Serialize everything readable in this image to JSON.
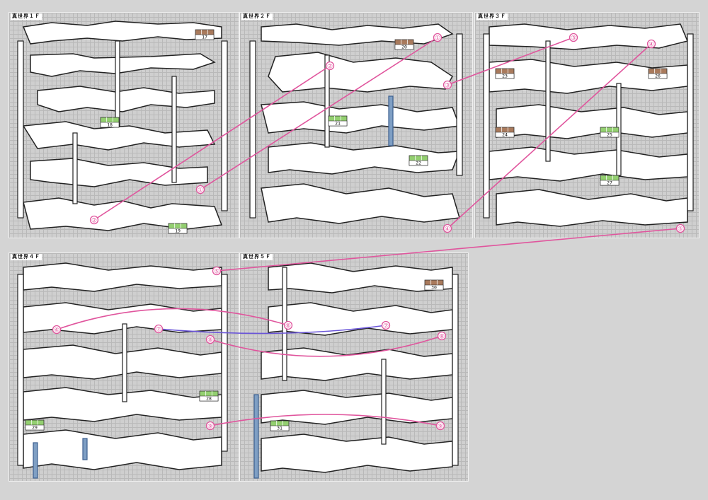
{
  "panels": [
    {
      "id": "f1",
      "title": "真世界１Ｆ"
    },
    {
      "id": "f2",
      "title": "真世界２Ｆ"
    },
    {
      "id": "f3",
      "title": "真世界３Ｆ"
    },
    {
      "id": "f4",
      "title": "真世界４Ｆ"
    },
    {
      "id": "f5",
      "title": "真世界５Ｆ"
    }
  ],
  "rooms": {
    "f1": [
      {
        "num": "17",
        "kind": "chest"
      },
      {
        "num": "18",
        "kind": "green"
      },
      {
        "num": "19",
        "kind": "green"
      }
    ],
    "f2": [
      {
        "num": "20",
        "kind": "chest"
      },
      {
        "num": "21",
        "kind": "green"
      },
      {
        "num": "22",
        "kind": "green"
      }
    ],
    "f3": [
      {
        "num": "23",
        "kind": "chest"
      },
      {
        "num": "24",
        "kind": "chest"
      },
      {
        "num": "25",
        "kind": "green"
      },
      {
        "num": "26",
        "kind": "chest"
      },
      {
        "num": "27",
        "kind": "green"
      }
    ],
    "f4": [
      {
        "num": "28",
        "kind": "green"
      },
      {
        "num": "29",
        "kind": "green"
      }
    ],
    "f5": [
      {
        "num": "30",
        "kind": "chest"
      },
      {
        "num": "31",
        "kind": "green"
      }
    ]
  },
  "markers": [
    "①",
    "②",
    "③",
    "④",
    "⑤",
    "⑥",
    "⑦",
    "⑧",
    "⑨"
  ],
  "colors": {
    "link": "#e0559d",
    "link_alt": "#6a55d8",
    "chest": "#a97a5c",
    "green": "#93cf70",
    "stair": "#7f9fc4"
  }
}
